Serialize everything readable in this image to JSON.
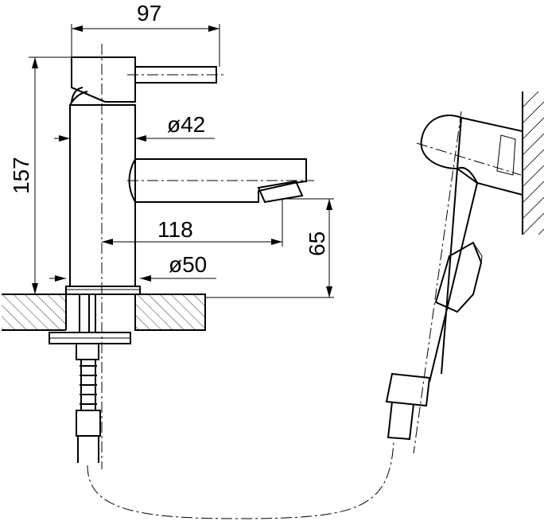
{
  "dimensions": {
    "width_97": "97",
    "height_157": "157",
    "diameter_42": "ø42",
    "reach_118": "118",
    "height_65": "65",
    "diameter_50": "ø50"
  }
}
